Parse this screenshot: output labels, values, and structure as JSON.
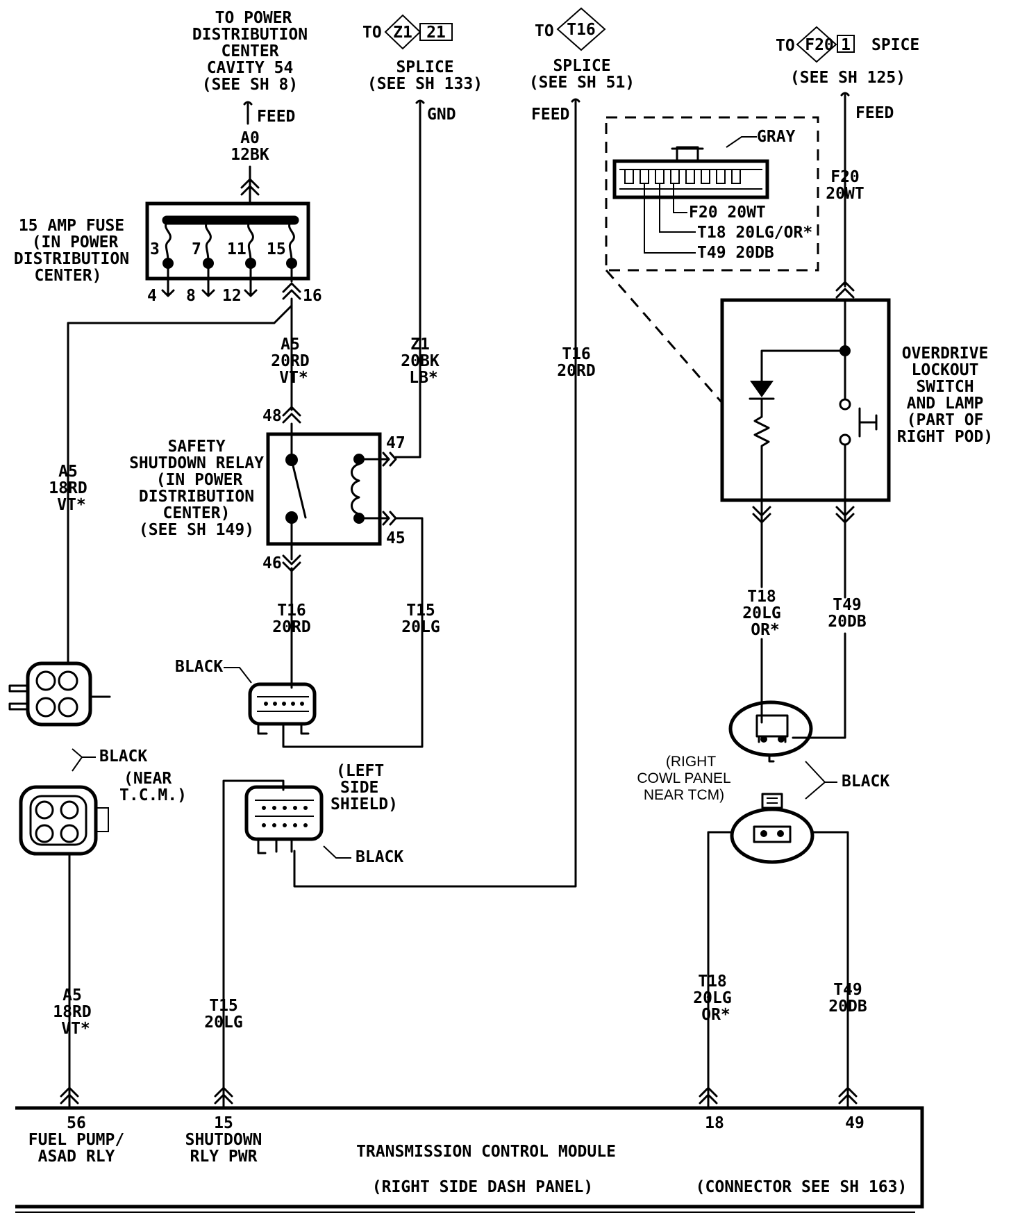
{
  "title": {
    "line1": "TRANSMISSION CONTROL MODULE",
    "line2": "(RIGHT SIDE DASH PANEL)",
    "connector": "(CONNECTOR SEE SH 163)"
  },
  "feeds": {
    "pdc": [
      "TO POWER",
      "DISTRIBUTION",
      "CENTER",
      "CAVITY 54",
      "(SEE SH 8)"
    ],
    "pdc_feed": "FEED",
    "z1_to": "TO",
    "z1_code": "Z1",
    "z1_num": "21",
    "z1_splice": [
      "SPLICE",
      "(SEE SH 133)"
    ],
    "z1_gnd": "GND",
    "t16_to": "TO",
    "t16_code": "T16",
    "t16_splice": [
      "SPLICE",
      "(SEE SH 51)"
    ],
    "t16_feed": "FEED",
    "f20_to": "TO",
    "f20_code": "F20",
    "f20_num": "1",
    "f20_spice": "SPICE",
    "f20_see": "(SEE SH 125)",
    "f20_feed": "FEED"
  },
  "wires": {
    "a0": [
      "A0",
      "12BK"
    ],
    "a5_top": [
      "A5",
      "20RD",
      "VT*"
    ],
    "a5_left": [
      "A5",
      "18RD",
      "VT*"
    ],
    "a5_bottom": [
      "A5",
      "18RD",
      "VT*"
    ],
    "z1": [
      "Z1",
      "20BK",
      "LB*"
    ],
    "t16_right": [
      "T16",
      "20RD"
    ],
    "t16_relay": [
      "T16",
      "20RD"
    ],
    "t15_relay": [
      "T15",
      "20LG"
    ],
    "t15_bottom": [
      "T15",
      "20LG"
    ],
    "f20": [
      "F20",
      "20WT"
    ],
    "t18_mid": [
      "T18",
      "20LG",
      "OR*"
    ],
    "t49_mid": [
      "T49",
      "20DB"
    ],
    "t18_bottom": [
      "T18",
      "20LG",
      "OR*"
    ],
    "t49_bottom": [
      "T49",
      "20DB"
    ]
  },
  "fuse": {
    "label": [
      "15 AMP FUSE",
      "(IN POWER",
      "DISTRIBUTION",
      "CENTER)"
    ],
    "top_pins": [
      "3",
      "7",
      "11",
      "15"
    ],
    "bottom_pins": [
      "4",
      "8",
      "12",
      "16"
    ]
  },
  "relay": {
    "label": [
      "SAFETY",
      "SHUTDOWN RELAY",
      "(IN POWER",
      "DISTRIBUTION",
      "CENTER)",
      "(SEE SH 149)"
    ],
    "pins": {
      "p48": "48",
      "p46": "46",
      "p47": "47",
      "p45": "45"
    }
  },
  "inset": {
    "gray": "GRAY",
    "lines": [
      "F20 20WT",
      "T18 20LG/OR*",
      "T49 20DB"
    ]
  },
  "switch": {
    "label": [
      "OVERDRIVE",
      "LOCKOUT",
      "SWITCH",
      "AND LAMP",
      "(PART OF",
      "RIGHT POD)"
    ]
  },
  "connectors": {
    "black_left": "BLACK",
    "near_tcm": [
      "(NEAR",
      "T.C.M.)"
    ],
    "black_relay": "BLACK",
    "left_side_shield": [
      "(LEFT",
      "SIDE",
      "SHIELD)"
    ],
    "black_shield": "BLACK",
    "right_cowl": [
      "(RIGHT",
      "COWL PANEL",
      "NEAR TCM)"
    ],
    "black_right": "BLACK"
  },
  "tcm_pins": [
    {
      "num": "56",
      "l1": "FUEL PUMP/",
      "l2": "ASAD RLY"
    },
    {
      "num": "15",
      "l1": "SHUTDOWN",
      "l2": "RLY PWR"
    },
    {
      "num": "18",
      "l1": "",
      "l2": ""
    },
    {
      "num": "49",
      "l1": "",
      "l2": ""
    }
  ]
}
